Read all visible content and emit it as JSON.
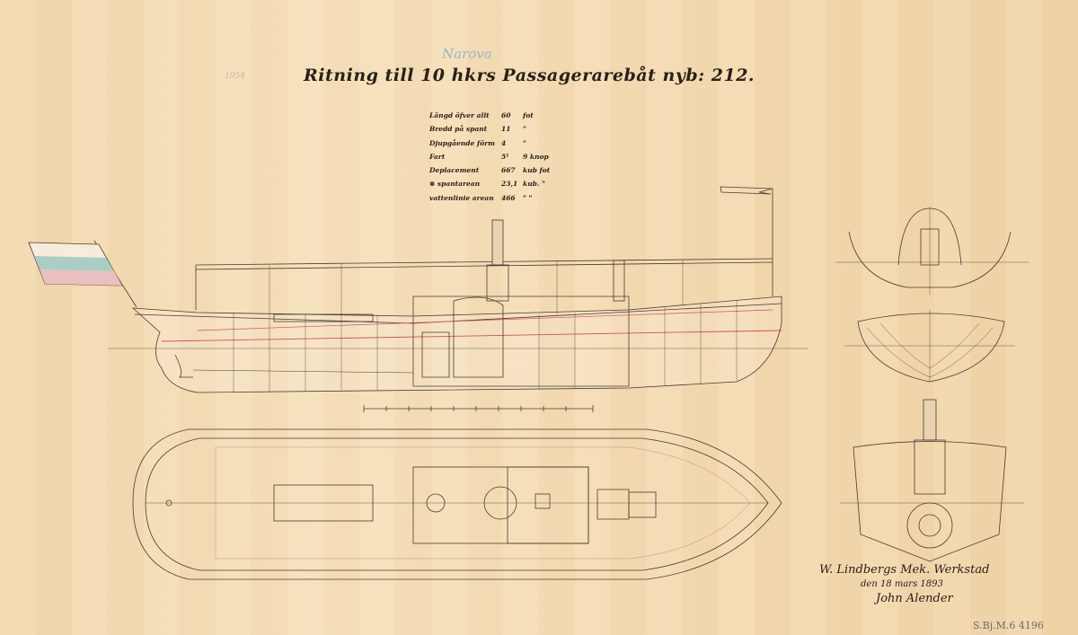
{
  "drawing": {
    "vessel_name": "Narova",
    "title": "Ritning till 10 hkrs Passagerarebåt nyb: 212.",
    "pencil_note": "1954",
    "specifications": [
      {
        "label": "Längd öfver allt",
        "value": "60",
        "unit": "fot"
      },
      {
        "label": "Bredd på spant",
        "value": "11",
        "unit": "\""
      },
      {
        "label": "Djupgående förm",
        "value": "4",
        "unit": "\""
      },
      {
        "label": "Fart",
        "value": "5¹",
        "unit": "9 knop"
      },
      {
        "label": "Deplacement",
        "value": "667",
        "unit": "kub fot"
      },
      {
        "label": "⊗ spantarean",
        "value": "23,1",
        "unit": "kub. \""
      },
      {
        "label": "vattenlinie arean",
        "value": "466",
        "unit": "\"  \""
      }
    ],
    "signature": {
      "workshop": "W. Lindbergs Mek. Werkstad",
      "date": "den 18 mars 1893",
      "engineer": "John Alender"
    },
    "catalog_number": "S.Bj.M.6 4196",
    "colors": {
      "ink": "#3a2e25",
      "red_ink": "#d0506a",
      "paper": "#f4dbb2"
    }
  }
}
